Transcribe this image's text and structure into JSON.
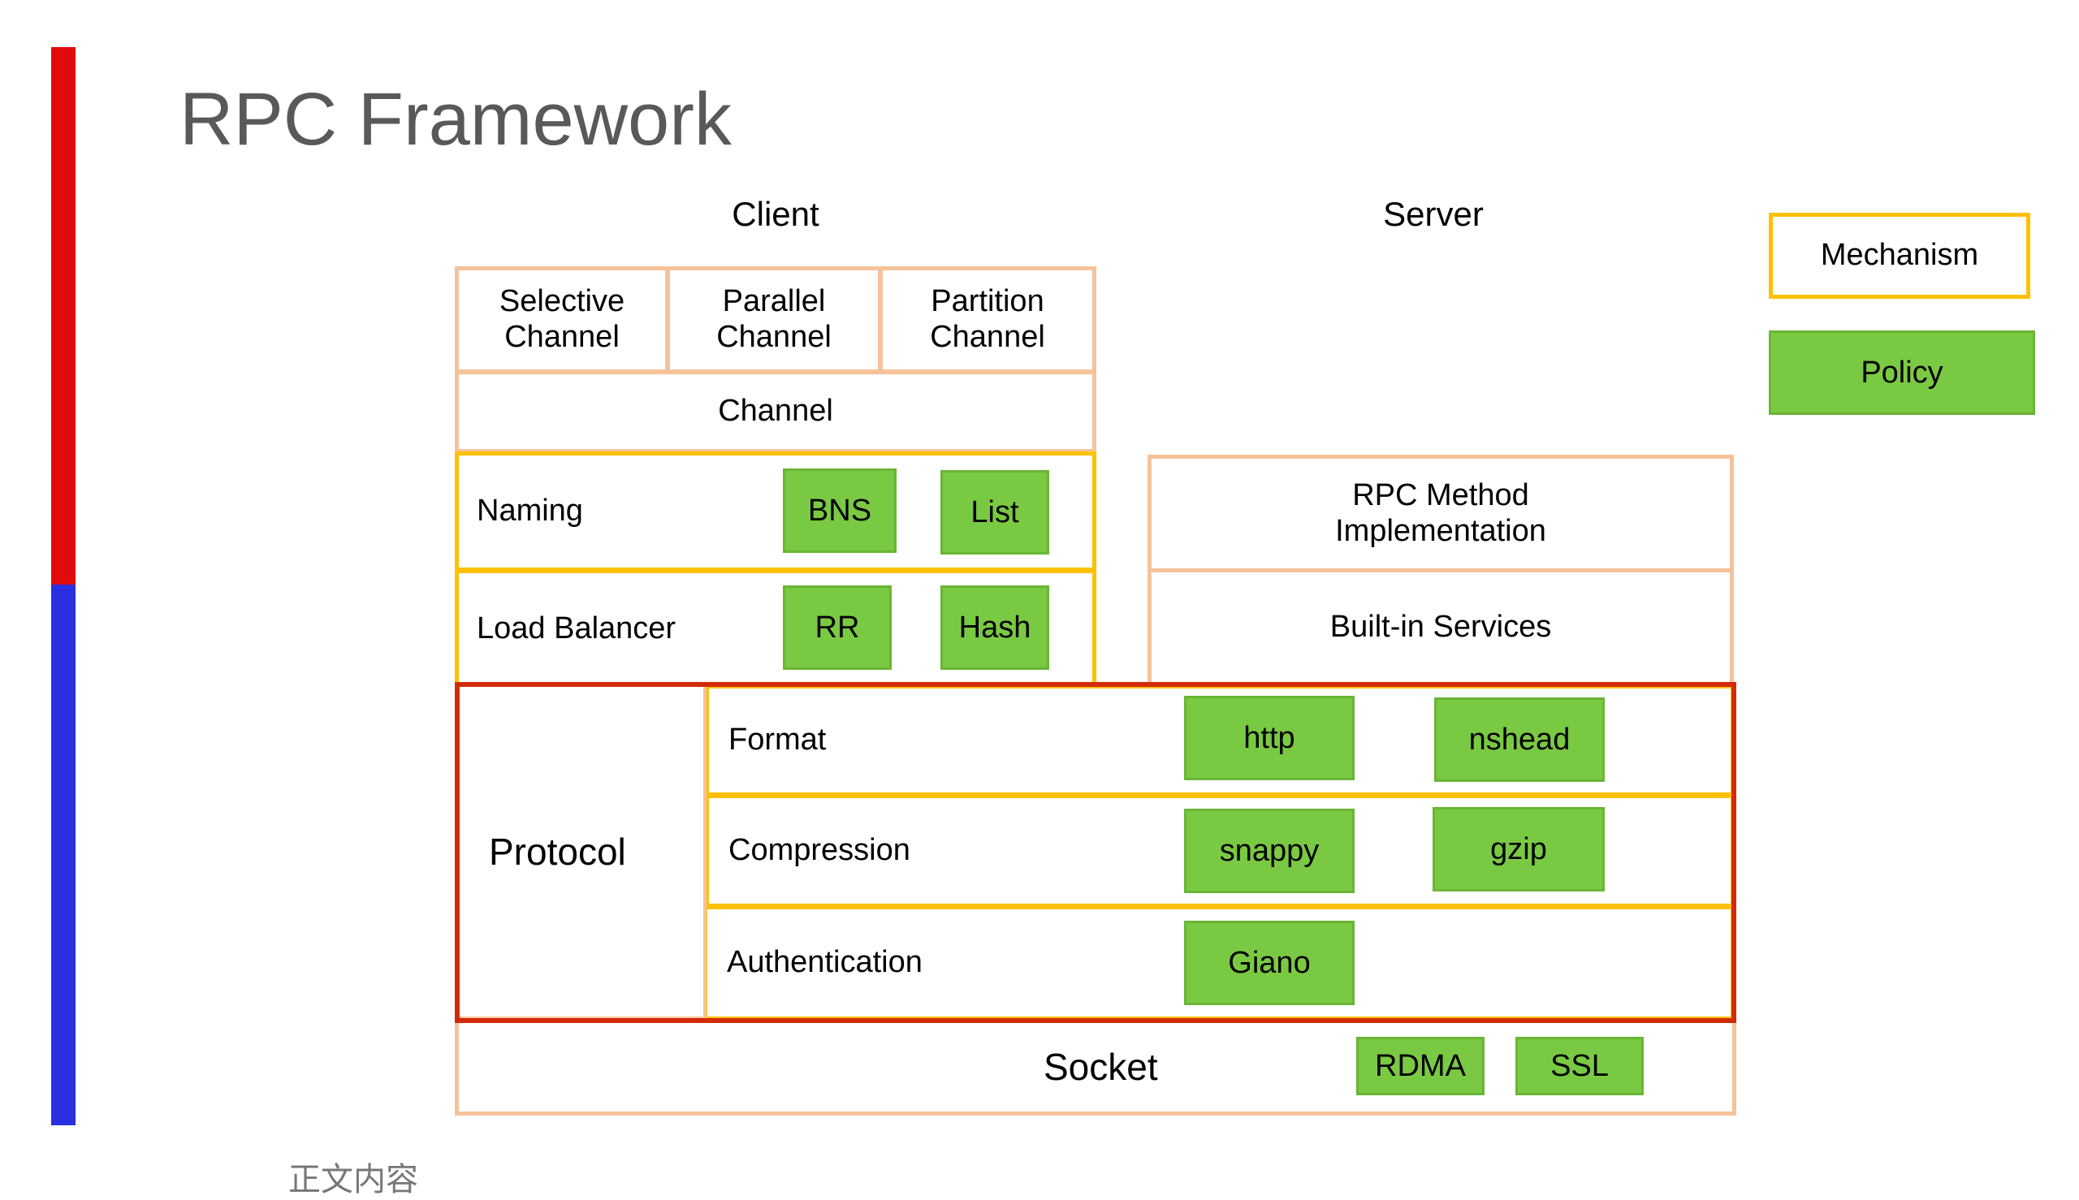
{
  "title": "RPC Framework",
  "headers": {
    "client": "Client",
    "server": "Server"
  },
  "legend": {
    "mechanism": "Mechanism",
    "policy": "Policy"
  },
  "client": {
    "channels": [
      "Selective\nChannel",
      "Parallel\nChannel",
      "Partition\nChannel"
    ],
    "channel": "Channel",
    "naming": {
      "label": "Naming",
      "policies": [
        "BNS",
        "List"
      ]
    },
    "load_balancer": {
      "label": "Load Balancer",
      "policies": [
        "RR",
        "Hash"
      ]
    }
  },
  "server": {
    "rpc_method": "RPC Method\nImplementation",
    "builtin": "Built-in Services"
  },
  "protocol": {
    "label": "Protocol",
    "format": {
      "label": "Format",
      "policies": [
        "http",
        "nshead"
      ]
    },
    "compression": {
      "label": "Compression",
      "policies": [
        "snappy",
        "gzip"
      ]
    },
    "authentication": {
      "label": "Authentication",
      "policies": [
        "Giano"
      ]
    }
  },
  "socket": {
    "label": "Socket",
    "policies": [
      "RDMA",
      "SSL"
    ]
  },
  "footer": "正文内容",
  "colors": {
    "mechanism_border": "#ffc000",
    "policy_fill": "#7ac943",
    "protocol_border": "#d22b0a",
    "peach_border": "#f6c29a",
    "bar_red": "#e00c0c",
    "bar_blue": "#2a2fe0"
  }
}
